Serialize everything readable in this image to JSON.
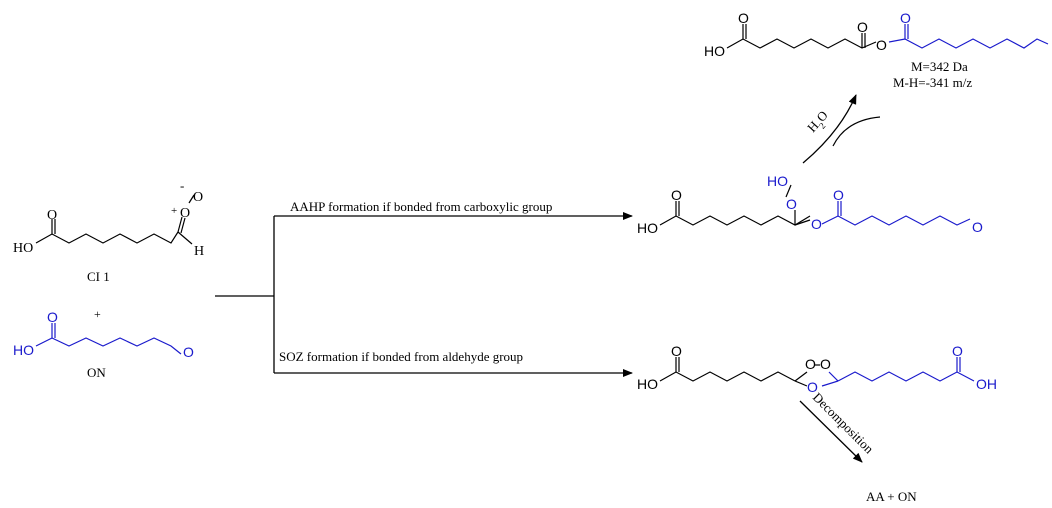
{
  "colors": {
    "ink": "#000000",
    "product": "#1a1acc"
  },
  "reactants": {
    "criegee_label": "CI 1",
    "plus": "+",
    "aldehyde_label": "ON"
  },
  "atoms": {
    "O": "O",
    "HO": "HO",
    "H": "H",
    "OH": "OH",
    "charge_plus": "+",
    "charge_minus": "-"
  },
  "pathways": {
    "upper": "AAHP formation if bonded from carboxylic group",
    "lower": "SOZ formation if bonded from aldehyde group"
  },
  "hydrolysis": {
    "reagent_main": "H",
    "reagent_sub": "2",
    "reagent_tail": "O",
    "mass": "M=342 Da",
    "ion": "M-H=-341 m/z"
  },
  "decomposition": {
    "label": "Decomposition",
    "products": "AA + ON"
  }
}
